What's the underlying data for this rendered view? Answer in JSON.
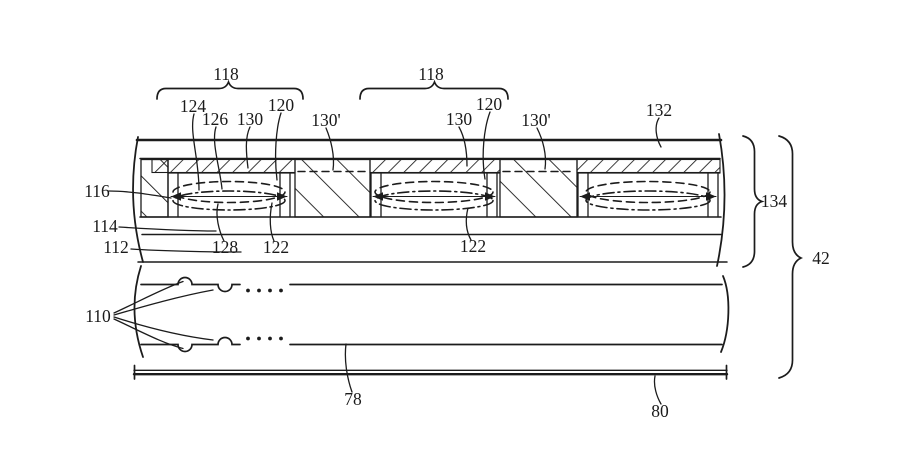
{
  "figure": {
    "kind": "patent-display-cross-section",
    "background_color": "#ffffff",
    "line_color": "#1c1c1c",
    "labels": [
      {
        "id": "118-left",
        "text": "118"
      },
      {
        "id": "118-right",
        "text": "118"
      },
      {
        "id": "124",
        "text": "124"
      },
      {
        "id": "126",
        "text": "126"
      },
      {
        "id": "130-left",
        "text": "130"
      },
      {
        "id": "120-left",
        "text": "120"
      },
      {
        "id": "130-prime-left",
        "text": "130'"
      },
      {
        "id": "130-right",
        "text": "130"
      },
      {
        "id": "120-right",
        "text": "120"
      },
      {
        "id": "130-prime-right",
        "text": "130'"
      },
      {
        "id": "132",
        "text": "132"
      },
      {
        "id": "116",
        "text": "116"
      },
      {
        "id": "114",
        "text": "114"
      },
      {
        "id": "112",
        "text": "112"
      },
      {
        "id": "128",
        "text": "128"
      },
      {
        "id": "122-left",
        "text": "122"
      },
      {
        "id": "122-right",
        "text": "122"
      },
      {
        "id": "110",
        "text": "110"
      },
      {
        "id": "78",
        "text": "78"
      },
      {
        "id": "80",
        "text": "80"
      },
      {
        "id": "134",
        "text": "134"
      },
      {
        "id": "42",
        "text": "42"
      }
    ]
  }
}
